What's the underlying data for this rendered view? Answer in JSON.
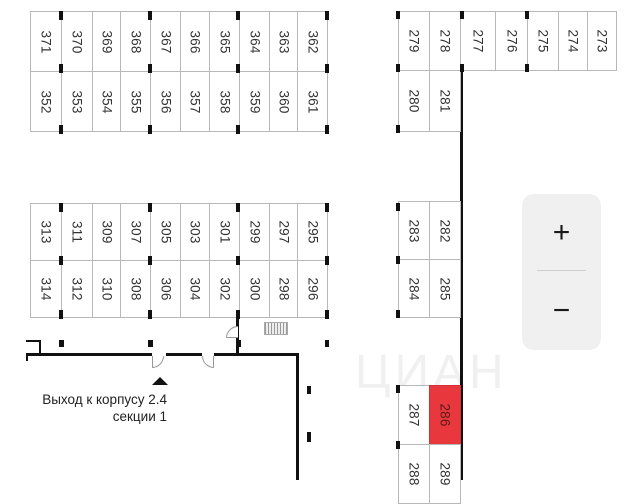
{
  "map": {
    "title": "Parking floor plan",
    "rows": {
      "top_a": [
        "371",
        "370",
        "369",
        "368",
        "367",
        "366",
        "365",
        "364",
        "363",
        "362"
      ],
      "top_b": [
        "352",
        "353",
        "354",
        "355",
        "356",
        "357",
        "358",
        "359",
        "360",
        "361"
      ],
      "mid_a": [
        "313",
        "311",
        "309",
        "307",
        "305",
        "303",
        "301",
        "299",
        "297",
        "295"
      ],
      "mid_b": [
        "314",
        "312",
        "310",
        "308",
        "306",
        "304",
        "302",
        "300",
        "298",
        "296"
      ],
      "right_top": [
        "279",
        "278",
        "277",
        "276",
        "275",
        "274",
        "273"
      ],
      "right_top2": [
        "280",
        "281"
      ],
      "right_mid_a": [
        "283",
        "282"
      ],
      "right_mid_b": [
        "284",
        "285"
      ],
      "right_low_a": [
        "287",
        "286"
      ],
      "right_low_b": [
        "288",
        "289"
      ]
    },
    "sold_spots": [
      "286"
    ],
    "sold_color": "#e8373d",
    "exit_label_line1": "Выход к корпусу 2.4",
    "exit_label_line2": "секции 1",
    "watermark": "ЦИАН"
  },
  "controls": {
    "zoom_in": "+",
    "zoom_out": "−"
  }
}
